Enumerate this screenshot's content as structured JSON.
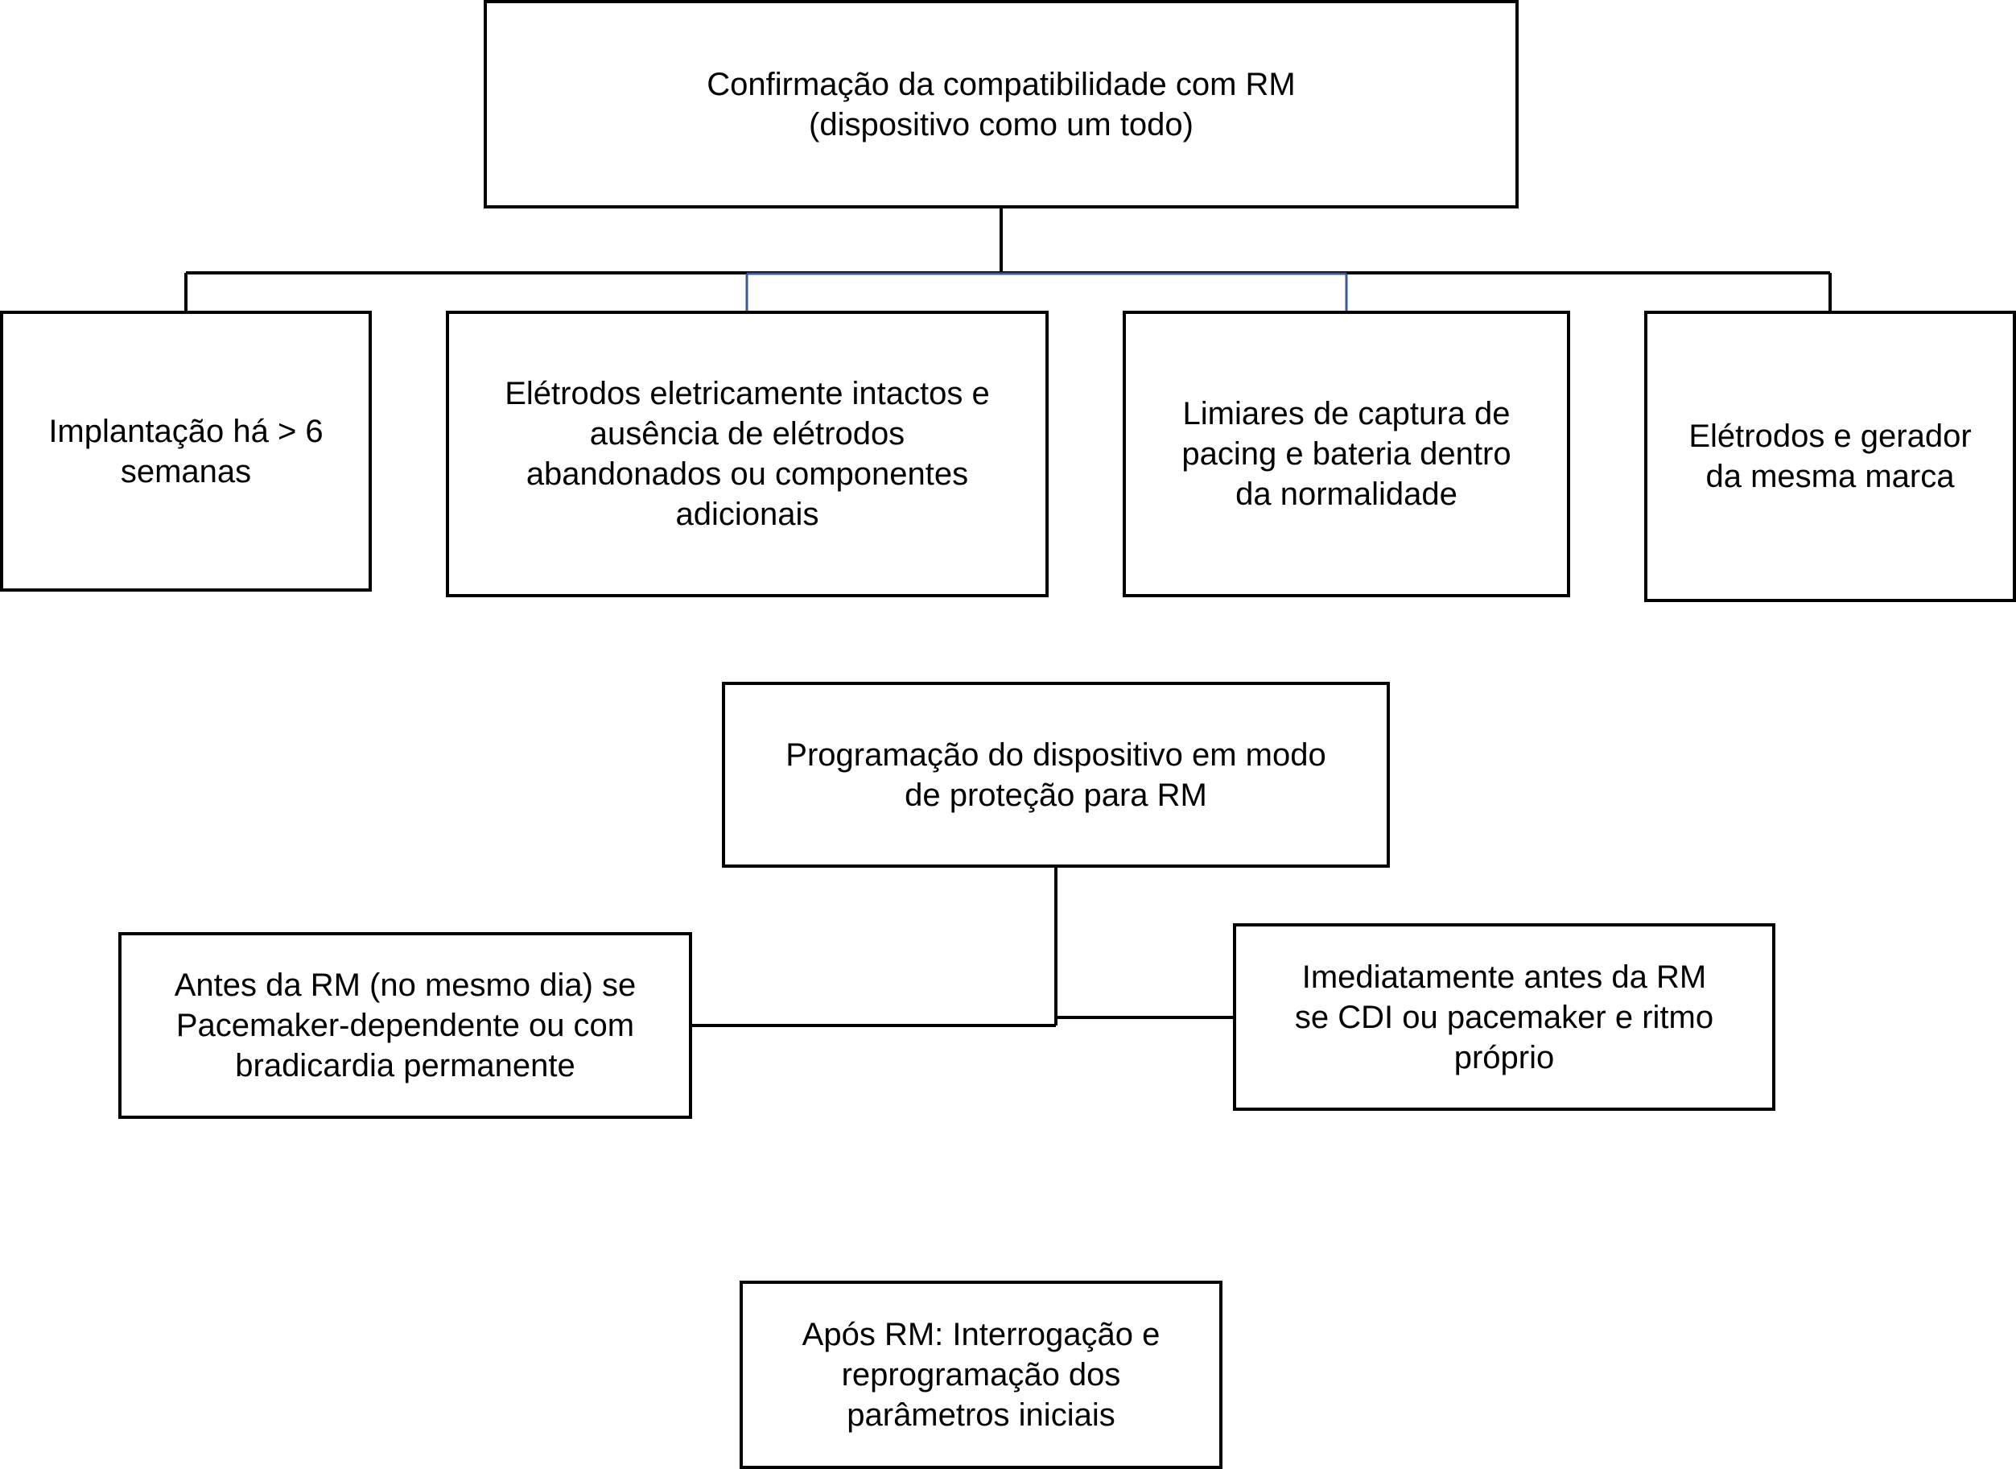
{
  "diagram": {
    "nodes": {
      "compat": {
        "lines": [
          "Confirmação da compatibilidade com RM",
          "(dispositivo como um todo)"
        ]
      },
      "implant": {
        "lines": [
          "Implantação há > 6",
          "semanas"
        ]
      },
      "electrodes": {
        "lines": [
          "Elétrodos eletricamente intactos e",
          "ausência de elétrodos",
          "abandonados ou componentes",
          "adicionais"
        ]
      },
      "thresholds": {
        "lines": [
          "Limiares de captura de",
          "pacing e bateria dentro",
          "da normalidade"
        ]
      },
      "brand": {
        "lines": [
          "Elétrodos e gerador",
          "da mesma marca"
        ]
      },
      "programming": {
        "lines": [
          "Programação do dispositivo em modo",
          "de proteção para RM"
        ]
      },
      "before": {
        "lines": [
          "Antes da RM (no mesmo dia) se",
          "Pacemaker-dependente ou com",
          "bradicardia permanente"
        ]
      },
      "immediately": {
        "lines": [
          "Imediatamente antes da RM",
          "se CDI ou pacemaker e ritmo",
          "próprio"
        ]
      },
      "after": {
        "lines": [
          "Após RM: Interrogação e",
          "reprogramação dos",
          "parâmetros iniciais"
        ]
      }
    }
  }
}
